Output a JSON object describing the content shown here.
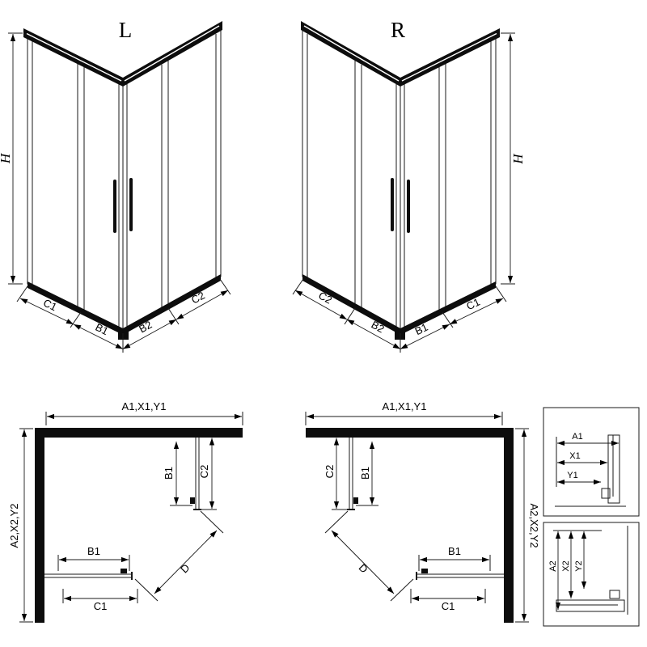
{
  "iso_left": {
    "variant": "L",
    "height": "H",
    "dims": [
      "C1",
      "B1",
      "B2",
      "C2"
    ]
  },
  "iso_right": {
    "variant": "R",
    "height": "H",
    "dims": [
      "C2",
      "B2",
      "B1",
      "C1"
    ]
  },
  "plan_left": {
    "width": "A1,X1,Y1",
    "depth": "A2,X2,Y2",
    "door_side": "B1",
    "panel_side": "C2",
    "door_front": "B1",
    "panel_front": "C1",
    "entry": "D"
  },
  "plan_right": {
    "width": "A1,X1,Y1",
    "depth": "A2,X2,Y2",
    "door_side": "B1",
    "panel_side": "C2",
    "door_front": "B1",
    "panel_front": "C1",
    "entry": "D"
  },
  "detail_top": {
    "dims": [
      "A1",
      "X1",
      "Y1"
    ]
  },
  "detail_bottom": {
    "dims": [
      "A2",
      "X2",
      "Y2"
    ]
  }
}
